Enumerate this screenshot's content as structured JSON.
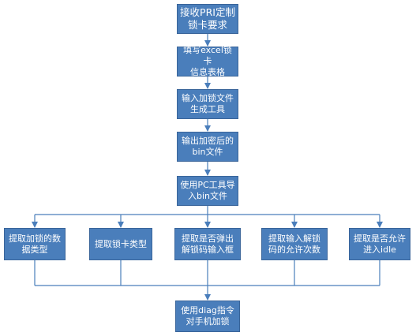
{
  "colors": {
    "node_fill": "#4a7ebb",
    "node_border": "#3a659a",
    "connector": "#4a7ebb",
    "text": "#ffffff"
  },
  "steps": [
    "接收PRI定制\n锁卡要求",
    "填写excel锁卡\n信息表格",
    "输入加锁文件\n生成工具",
    "输出加密后的\nbin文件",
    "使用PC工具导\n入bin文件"
  ],
  "parallel": [
    "提取加锁的数\n据类型",
    "提取锁卡类型",
    "提取是否弹出\n解锁码输入框",
    "提取输入解锁\n码的允许次数",
    "提取是否允许\n进入idle"
  ],
  "final": "使用diag指令\n对手机加锁"
}
